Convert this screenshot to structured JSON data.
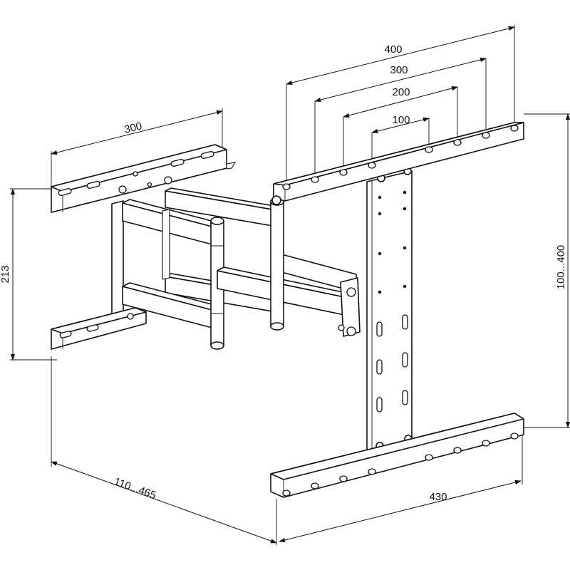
{
  "dimensions": {
    "wall_plate_width": "300",
    "wall_plate_height": "213",
    "extension_range": "110...465",
    "vesa_horizontal": [
      "400",
      "300",
      "200",
      "100"
    ],
    "vesa_vertical": "100...400",
    "tv_rail_width": "430"
  }
}
